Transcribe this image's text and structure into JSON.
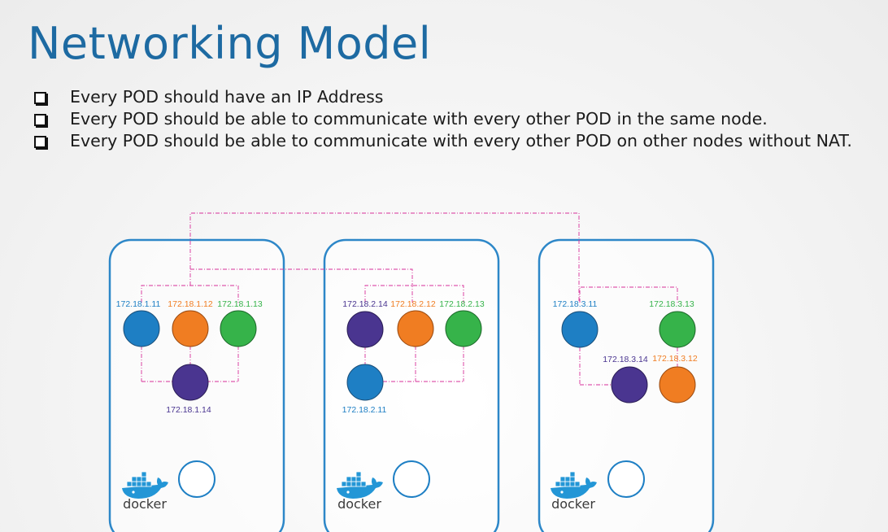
{
  "title": "Networking Model",
  "bullets": [
    "Every POD should have an IP Address",
    "Every POD should be able to communicate with every other POD in the same node.",
    "Every POD should be able to communicate with every other POD on other nodes without NAT."
  ],
  "colors": {
    "title": "#1d6aa2",
    "node_border": "#2d87c8",
    "connector": "#d7309a",
    "pod_blue": "#1e7fc4",
    "pod_orange": "#f07d22",
    "pod_green": "#36b34a",
    "pod_purple": "#4a3590"
  },
  "nodes": [
    {
      "docker_label": "docker",
      "pods": [
        {
          "ip": "172.18.1.11",
          "color": "blue"
        },
        {
          "ip": "172.18.1.12",
          "color": "orange"
        },
        {
          "ip": "172.18.1.13",
          "color": "green"
        },
        {
          "ip": "172.18.1.14",
          "color": "purple"
        }
      ]
    },
    {
      "docker_label": "docker",
      "pods": [
        {
          "ip": "172.18.2.14",
          "color": "purple"
        },
        {
          "ip": "172.18.2.12",
          "color": "orange"
        },
        {
          "ip": "172.18.2.13",
          "color": "green"
        },
        {
          "ip": "172.18.2.11",
          "color": "blue"
        }
      ]
    },
    {
      "docker_label": "docker",
      "pods": [
        {
          "ip": "172.18.3.11",
          "color": "blue"
        },
        {
          "ip": "172.18.3.13",
          "color": "green"
        },
        {
          "ip": "172.18.3.14",
          "color": "purple"
        },
        {
          "ip": "172.18.3.12",
          "color": "orange"
        }
      ]
    }
  ]
}
